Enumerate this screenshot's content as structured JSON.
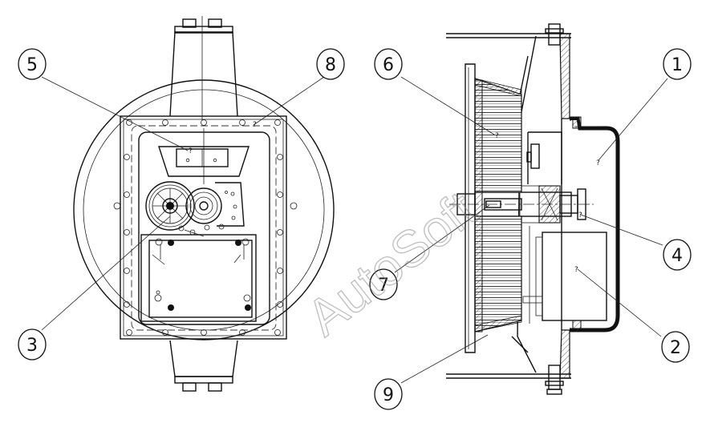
{
  "watermark": "AutoSoft",
  "callouts": {
    "c1": "1",
    "c2": "2",
    "c3": "3",
    "c4": "4",
    "c5": "5",
    "c6": "6",
    "c7": "7",
    "c8": "8",
    "c9": "9"
  },
  "part_mark": "?",
  "colors": {
    "line": "#111111",
    "background": "#ffffff",
    "watermark": "#8a8a8a"
  }
}
